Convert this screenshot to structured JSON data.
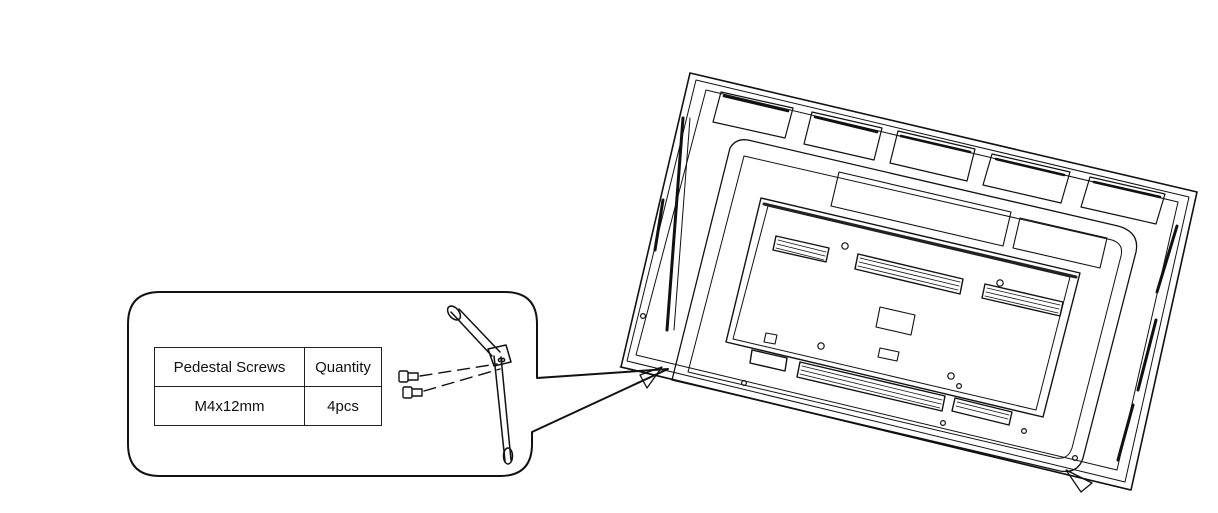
{
  "parts_table": {
    "header": {
      "item": "Pedestal Screws",
      "quantity": "Quantity"
    },
    "rows": [
      {
        "item": "M4x12mm",
        "quantity": "4pcs"
      }
    ]
  }
}
